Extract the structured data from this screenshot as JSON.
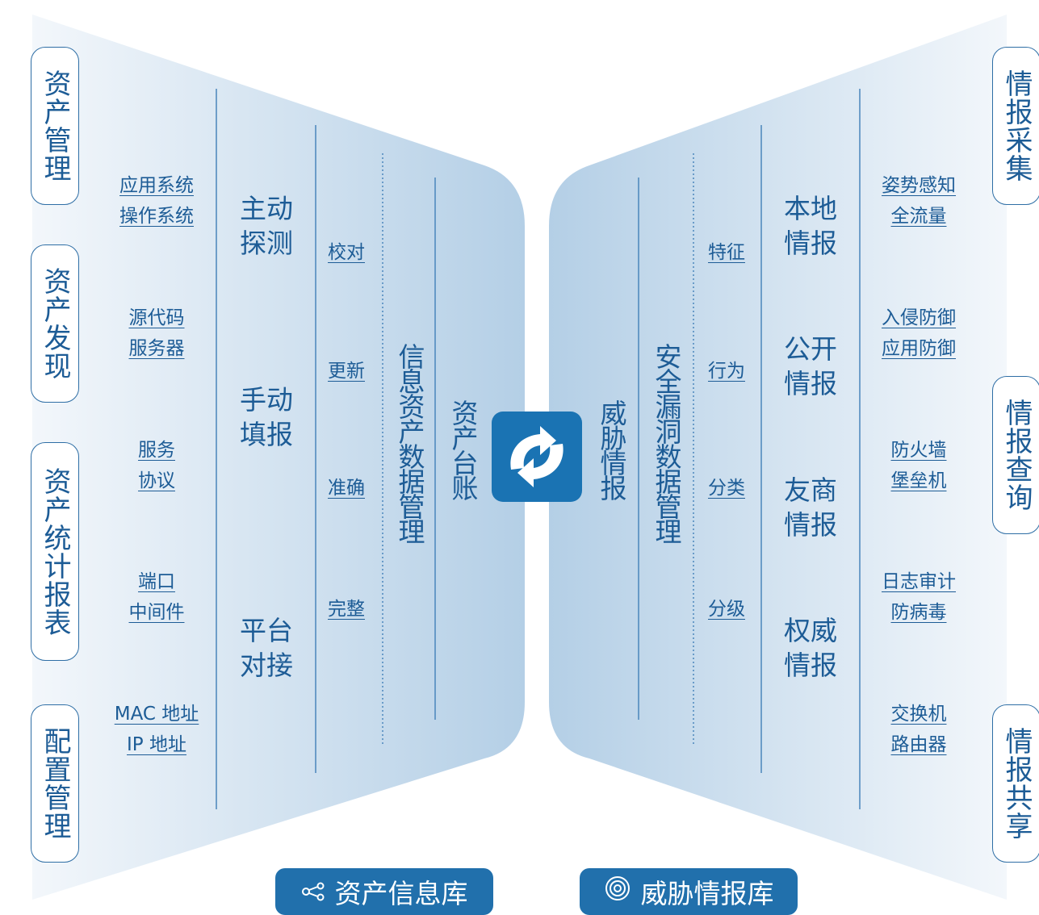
{
  "left_sidebar": [
    "资产管理",
    "资产发现",
    "资产统计报表",
    "配置管理"
  ],
  "right_sidebar": [
    "情报采集",
    "情报查询",
    "情报共享"
  ],
  "left_items": [
    [
      "应用系统",
      "操作系统"
    ],
    [
      "源代码",
      "服务器"
    ],
    [
      "服务",
      "协议"
    ],
    [
      "端口",
      "中间件"
    ],
    [
      "MAC 地址",
      "IP 地址"
    ]
  ],
  "left_methods": [
    [
      "主动",
      "探测"
    ],
    [
      "手动",
      "填报"
    ],
    [
      "平台",
      "对接"
    ]
  ],
  "left_quality": [
    "校对",
    "更新",
    "准确",
    "完整"
  ],
  "left_vertical_1": "信息资产数据管理",
  "left_vertical_2": "资产台账",
  "right_vertical_1": "威胁情报",
  "right_vertical_2": "安全漏洞数据管理",
  "right_quality": [
    "特征",
    "行为",
    "分类",
    "分级"
  ],
  "right_sources": [
    [
      "本地",
      "情报"
    ],
    [
      "公开",
      "情报"
    ],
    [
      "友商",
      "情报"
    ],
    [
      "权威",
      "情报"
    ]
  ],
  "right_items": [
    [
      "姿势感知",
      "全流量"
    ],
    [
      "入侵防御",
      "应用防御"
    ],
    [
      "防火墙",
      "堡垒机"
    ],
    [
      "日志审计",
      "防病毒"
    ],
    [
      "交换机",
      "路由器"
    ]
  ],
  "bottom_left_label": "资产信息库",
  "bottom_right_label": "威胁情报库",
  "icons": {
    "center": "sync-icon",
    "bottom_left": "share-icon",
    "bottom_right": "target-icon"
  },
  "colors": {
    "accent": "#2170ac",
    "text": "#1d5c96",
    "panel_light": "#eef4fa",
    "panel_dark": "#b4cfe6"
  }
}
